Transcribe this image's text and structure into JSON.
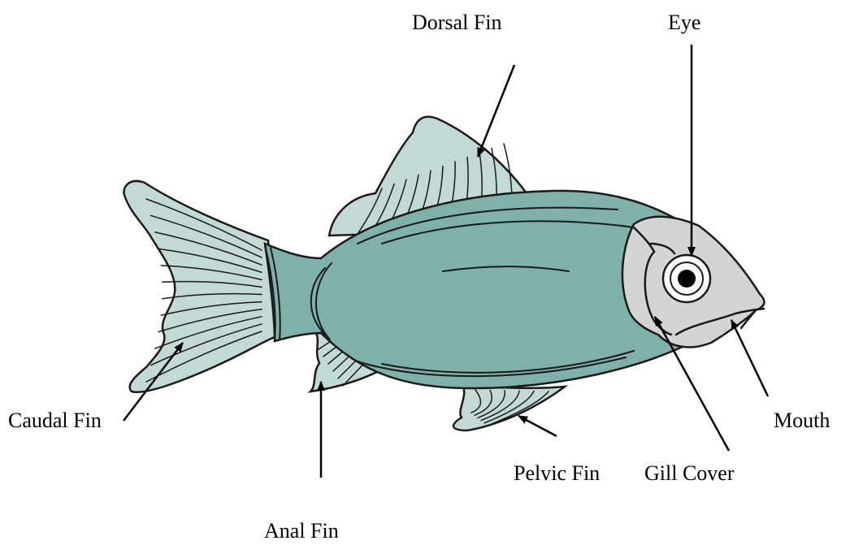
{
  "colors": {
    "body": "#7fb0aa",
    "fin": "#c2d9d6",
    "head": "#d3d4d5",
    "outline": "#1a1a1a",
    "background": "#ffffff"
  },
  "labels": {
    "dorsal_fin": "Dorsal Fin",
    "eye": "Eye",
    "caudal_fin": "Caudal Fin",
    "mouth": "Mouth",
    "pelvic_fin": "Pelvic Fin",
    "gill_cover": "Gill Cover",
    "anal_fin": "Anal Fin"
  }
}
